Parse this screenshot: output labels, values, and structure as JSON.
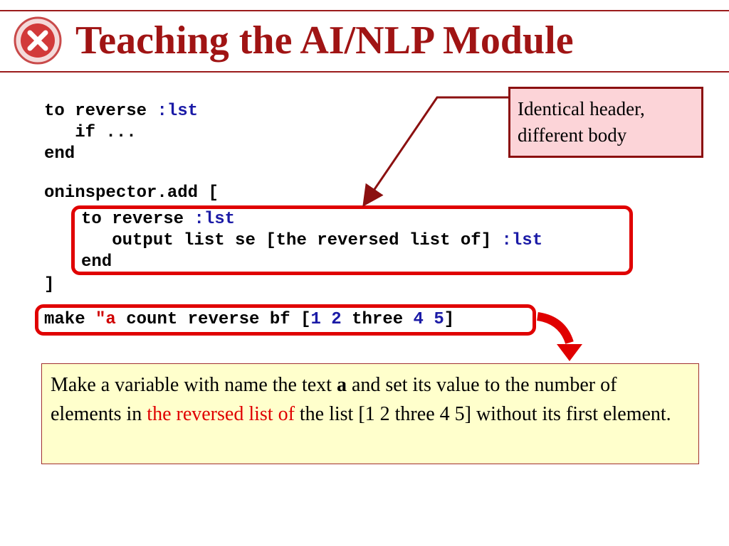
{
  "title": "Teaching the AI/NLP Module",
  "code_block_1": {
    "line1_kw": "to reverse ",
    "line1_var": ":lst",
    "line2": "   if ...",
    "line3": "end"
  },
  "code_block_2": {
    "open": "oninspector.add [",
    "inner_line1_kw": "to reverse ",
    "inner_line1_var": ":lst",
    "inner_line2_kw": "   output list se [the reversed list of] ",
    "inner_line2_var": ":lst",
    "inner_line3": "end",
    "close": "]"
  },
  "make_line": {
    "kw": "make ",
    "str": "\"a",
    "mid": " count reverse bf [",
    "n1": "1",
    "n2": "2",
    "word": "three",
    "n4": "4",
    "n5": "5",
    "close": "]"
  },
  "callout": {
    "line1": "Identical header,",
    "line2": "different body"
  },
  "explanation": {
    "part1": "Make a variable with name the text ",
    "bold": "a",
    "part2": " and set its value to the number of elements in ",
    "emph": "the reversed list of",
    "part3": " the list [1 2 three 4 5] without its first element."
  },
  "colors": {
    "accent": "#a01414",
    "highlight_border": "#e00000",
    "callout_bg": "#fcd4d8",
    "explain_bg": "#ffffcc",
    "variable": "#1a1aa6",
    "string": "#d00000"
  },
  "icons": {
    "title_icon": "close-circle-icon",
    "arrow_to_code": "arrow-icon",
    "curved_arrow": "curved-down-arrow-icon"
  }
}
